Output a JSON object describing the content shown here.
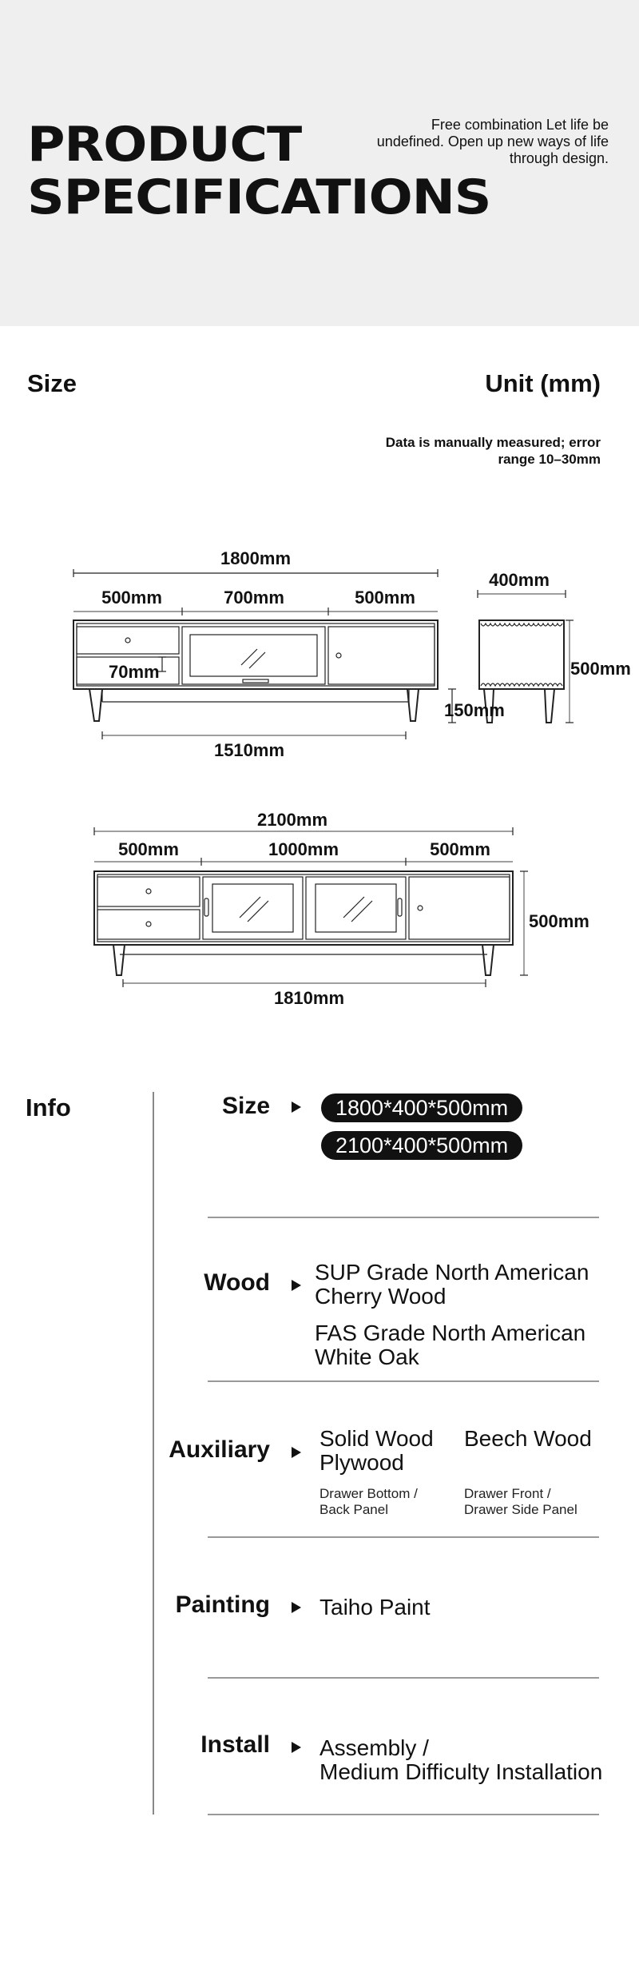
{
  "header": {
    "title_line1": "PRODUCT",
    "title_line2": "SPECIFICATIONS",
    "tagline": "Free combination Let life be undefined. Open up new ways of life through design."
  },
  "size_section": {
    "heading": "Size",
    "unit": "Unit (mm)",
    "note": "Data is manually measured; error range 10–30mm"
  },
  "drawing1": {
    "total": "1800mm",
    "left": "500mm",
    "middle": "700mm",
    "right": "500mm",
    "drawer": "70mm",
    "inner": "1510mm",
    "depth": "400mm",
    "height": "500mm",
    "leg": "150mm"
  },
  "drawing2": {
    "total": "2100mm",
    "left": "500mm",
    "middle": "1000mm",
    "right": "500mm",
    "height": "500mm",
    "inner": "1810mm"
  },
  "info": {
    "title": "Info",
    "size": {
      "label": "Size",
      "options": [
        "1800*400*500mm",
        "2100*400*500mm"
      ]
    },
    "wood": {
      "label": "Wood",
      "option1_line1": "SUP Grade North American",
      "option1_line2": "Cherry Wood",
      "option2_line1": "FAS Grade North American",
      "option2_line2": "White Oak"
    },
    "auxiliary": {
      "label": "Auxiliary",
      "a_line1": "Solid Wood",
      "a_line2": "Plywood",
      "a_note_line1": "Drawer Bottom /",
      "a_note_line2": "Back Panel",
      "b_line1": "Beech Wood",
      "b_note_line1": "Drawer Front /",
      "b_note_line2": "Drawer Side Panel"
    },
    "painting": {
      "label": "Painting",
      "value": "Taiho Paint"
    },
    "install": {
      "label": "Install",
      "line1": "Assembly /",
      "line2": "Medium Difficulty Installation"
    }
  }
}
